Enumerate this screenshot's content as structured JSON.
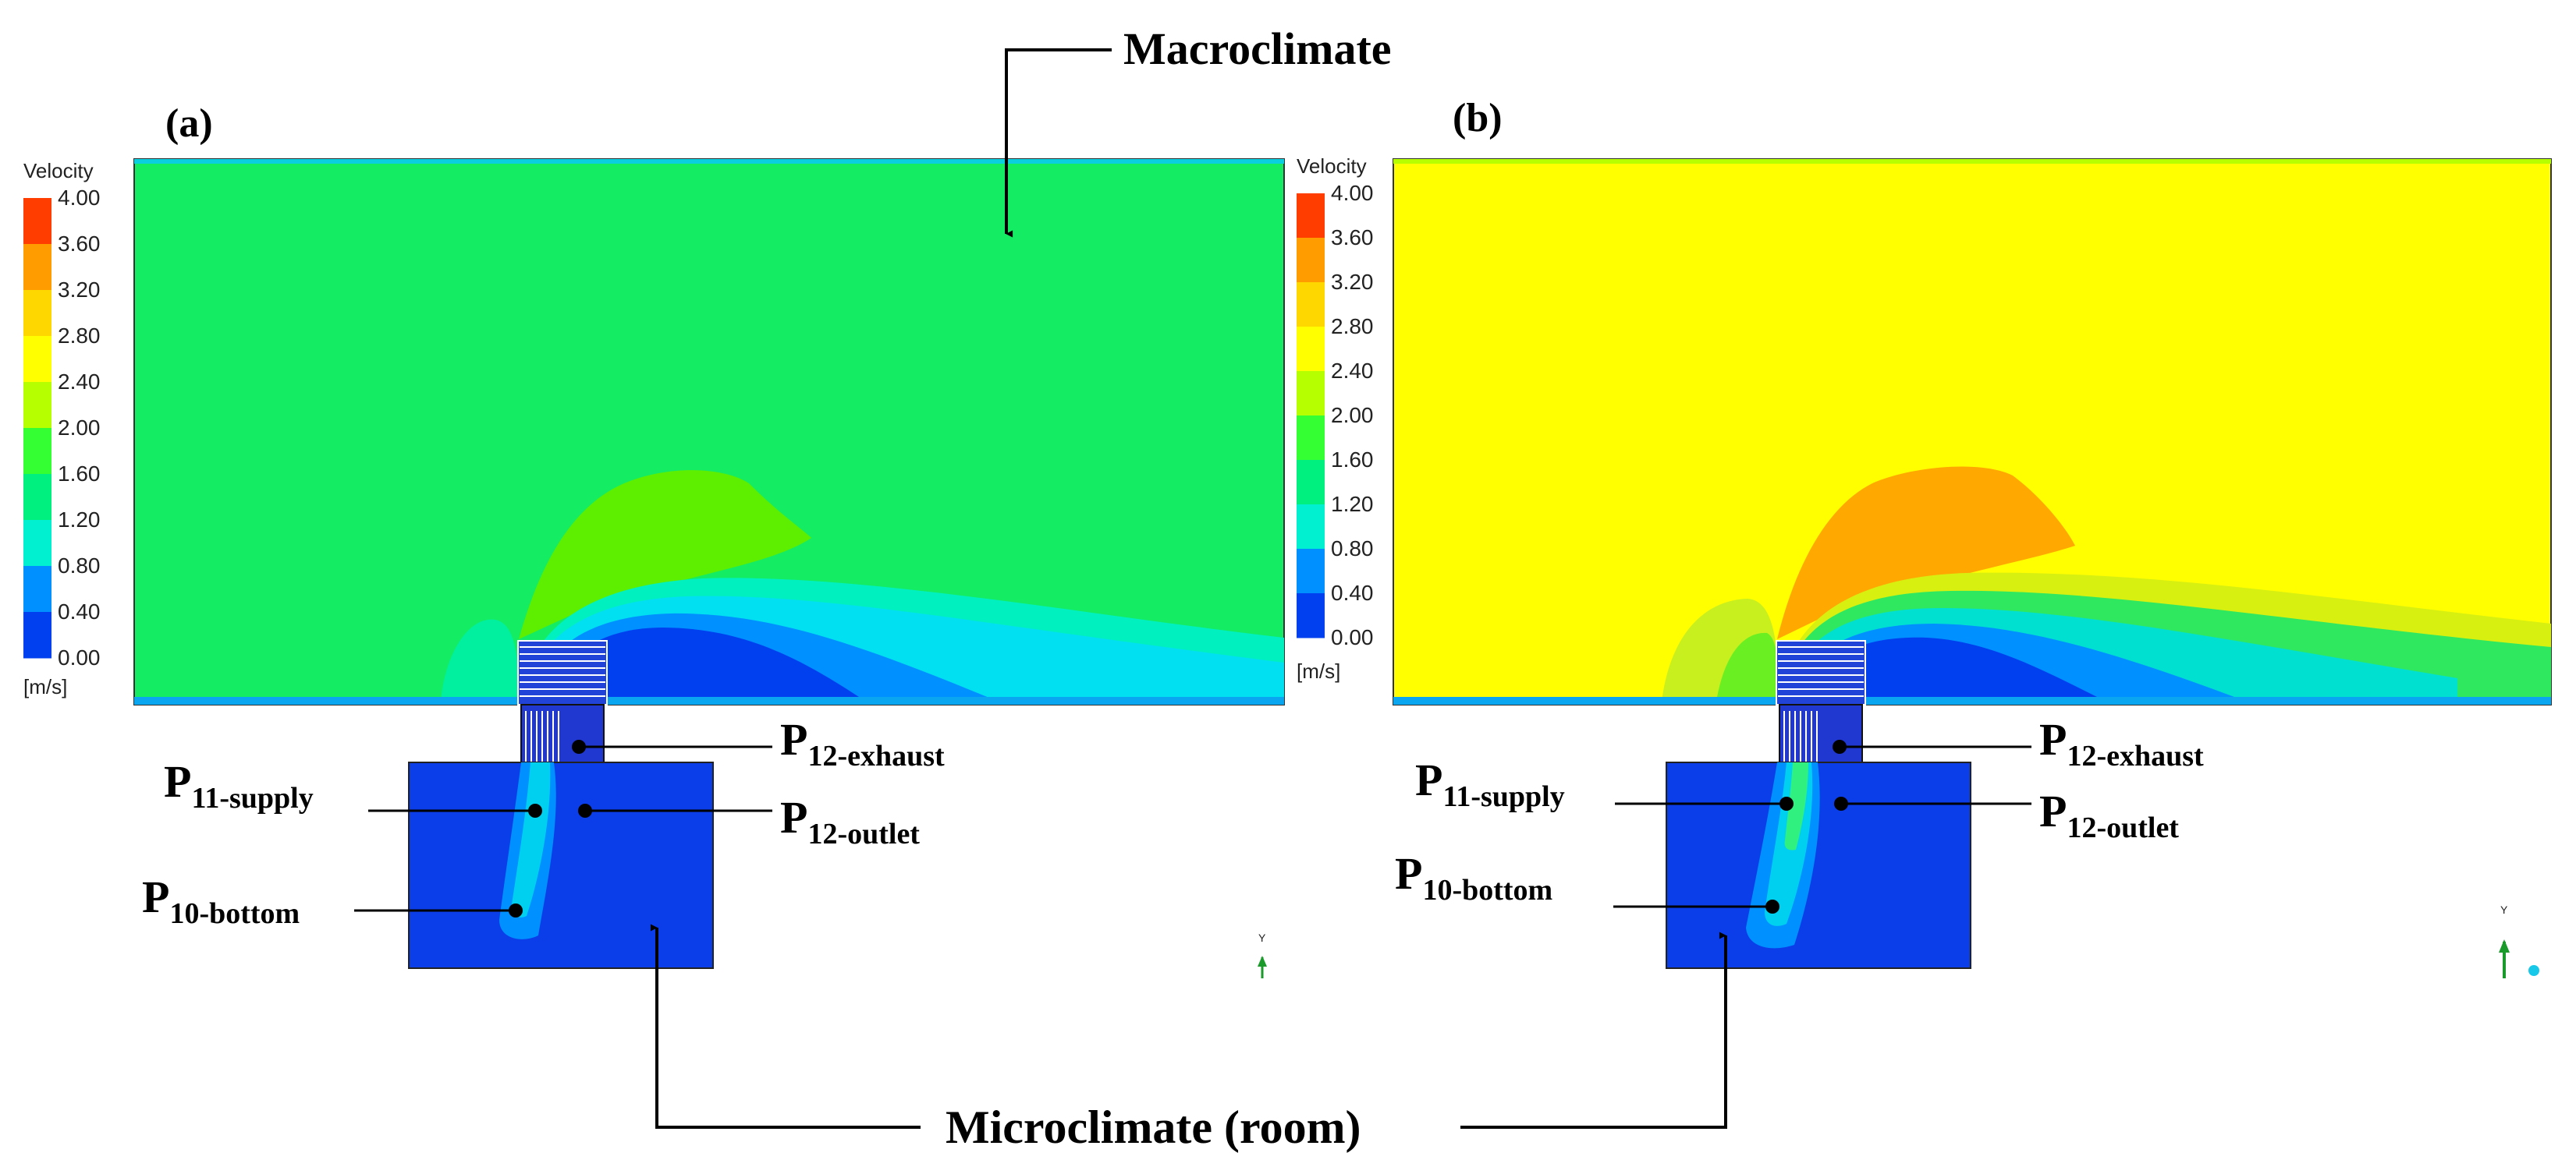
{
  "figure": {
    "top_label": "Macroclimate",
    "bottom_label": "Microclimate (room)"
  },
  "panels": [
    {
      "id": "a",
      "label": "(a)",
      "legend": {
        "title": "Velocity",
        "unit": "[m/s]",
        "ticks": [
          "4.00",
          "3.60",
          "3.20",
          "2.80",
          "2.40",
          "2.00",
          "1.60",
          "1.20",
          "0.80",
          "0.40",
          "0.00"
        ],
        "colors": [
          "#ff3d00",
          "#ff9d00",
          "#ffd700",
          "#ffff00",
          "#b6ff00",
          "#33ff33",
          "#00f07f",
          "#00f0d0",
          "#0090ff",
          "#0040ee"
        ]
      },
      "field_color": "#14ec63",
      "plume_color": "#5eef00",
      "probes": [
        {
          "main": "P",
          "sub": "12-exhaust"
        },
        {
          "main": "P",
          "sub": "11-supply"
        },
        {
          "main": "P",
          "sub": "12-outlet"
        },
        {
          "main": "P",
          "sub": "10-bottom"
        }
      ],
      "axis_label": "Y"
    },
    {
      "id": "b",
      "label": "(b)",
      "legend": {
        "title": "Velocity",
        "unit": "[m/s]",
        "ticks": [
          "4.00",
          "3.60",
          "3.20",
          "2.80",
          "2.40",
          "2.00",
          "1.60",
          "1.20",
          "0.80",
          "0.40",
          "0.00"
        ],
        "colors": [
          "#ff3d00",
          "#ff9d00",
          "#ffd700",
          "#ffff00",
          "#b6ff00",
          "#33ff33",
          "#00f07f",
          "#00f0d0",
          "#0090ff",
          "#0040ee"
        ]
      },
      "field_color": "#ffff00",
      "plume_color": "#ffa800",
      "probes": [
        {
          "main": "P",
          "sub": "12-exhaust"
        },
        {
          "main": "P",
          "sub": "11-supply"
        },
        {
          "main": "P",
          "sub": "12-outlet"
        },
        {
          "main": "P",
          "sub": "10-bottom"
        }
      ],
      "axis_label": "Y"
    }
  ]
}
